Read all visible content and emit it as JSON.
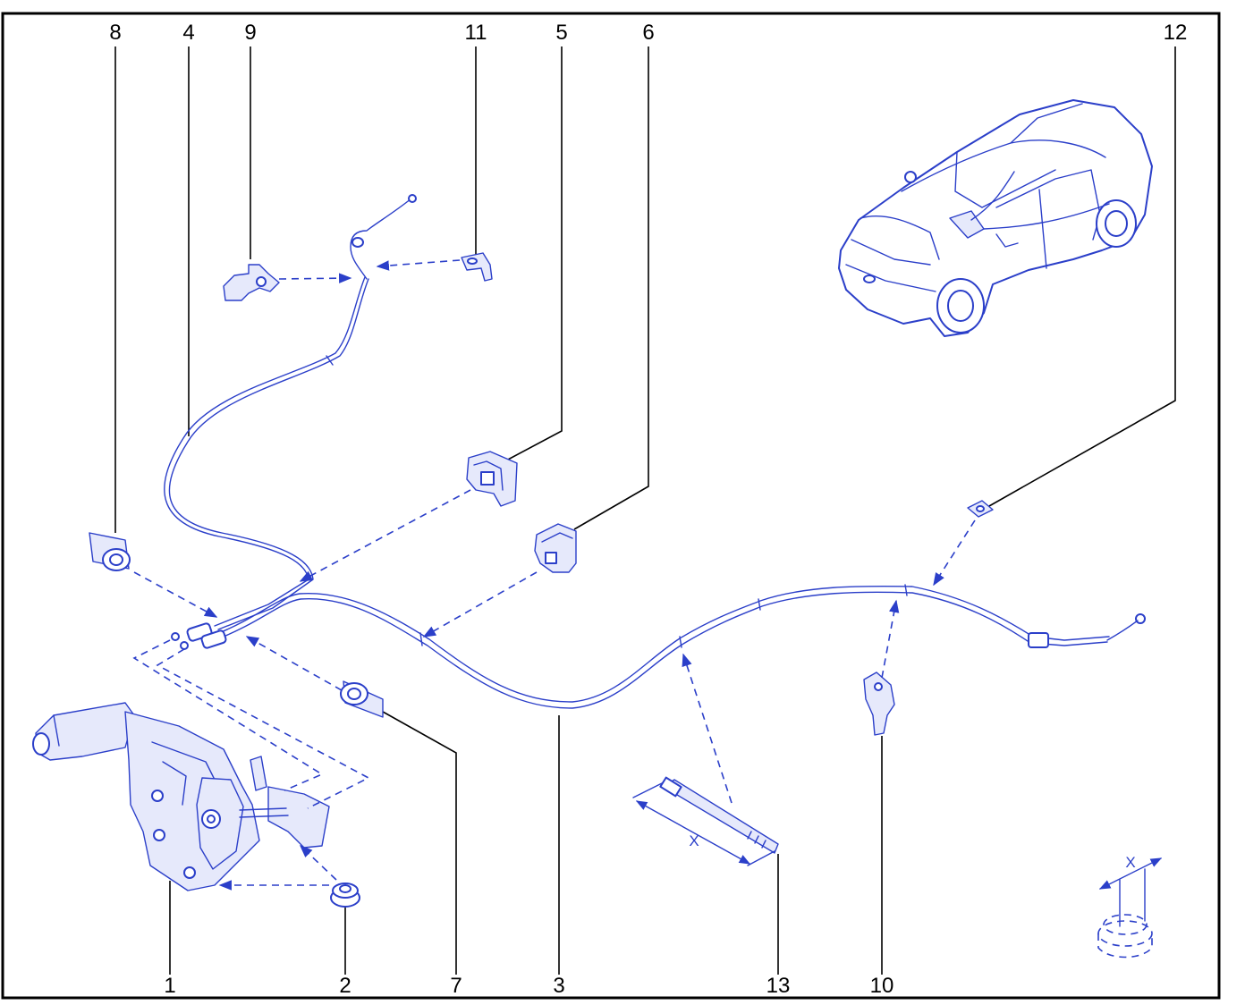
{
  "callouts": [
    {
      "id": "1",
      "text": "1"
    },
    {
      "id": "2",
      "text": "2"
    },
    {
      "id": "3",
      "text": "3"
    },
    {
      "id": "4",
      "text": "4"
    },
    {
      "id": "5",
      "text": "5"
    },
    {
      "id": "6",
      "text": "6"
    },
    {
      "id": "7",
      "text": "7"
    },
    {
      "id": "8",
      "text": "8"
    },
    {
      "id": "9",
      "text": "9"
    },
    {
      "id": "10",
      "text": "10"
    },
    {
      "id": "11",
      "text": "11"
    },
    {
      "id": "12",
      "text": "12"
    },
    {
      "id": "13",
      "text": "13"
    }
  ],
  "dimension_label": "X",
  "colors": {
    "line_art": "#2b3fc9",
    "callouts": "#000000",
    "frame": "#000000"
  }
}
